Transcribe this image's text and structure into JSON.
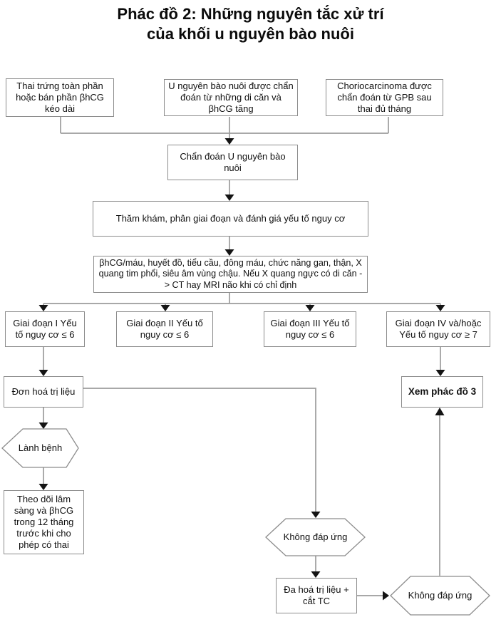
{
  "title": "Phác đồ 2: Những nguyên tắc xử trí\ncủa khối u nguyên bào nuôi",
  "nodes": {
    "src_molar": {
      "label": "Thai trứng toàn phần hoặc bán phần βhCG kéo dài"
    },
    "src_metastasis": {
      "label": "U nguyên bào nuôi được chẩn đoán từ những di căn và βhCG tăng"
    },
    "src_chorio": {
      "label": "Choriocarcinoma được chẩn đoán từ GPB sau thai đủ tháng"
    },
    "diagnosis": {
      "label": "Chẩn đoán U nguyên bào nuôi"
    },
    "staging": {
      "label": "Thăm khám, phân giai đoạn và đánh giá yếu tố nguy cơ"
    },
    "workup": {
      "label": "βhCG/máu, huyết đồ, tiểu cầu, đông máu, chức năng gan, thận, X quang tim phổi, siêu âm vùng chậu. Nếu X quang ngực có di căn -> CT hay MRI não khi có chỉ định"
    },
    "stage1": {
      "label": "Giai đoạn I Yếu tố nguy cơ ≤ 6"
    },
    "stage2": {
      "label": "Giai đoạn II Yếu tố nguy cơ ≤ 6"
    },
    "stage3": {
      "label": "Giai đoạn III Yếu tố nguy cơ ≤ 6"
    },
    "stage4": {
      "label": "Giai đoạn IV và/hoặc Yếu tố nguy cơ ≥ 7"
    },
    "mono_chemo": {
      "label": "Đơn hoá trị liệu"
    },
    "see_protocol3": {
      "label": "Xem phác đồ 3"
    },
    "cured": {
      "label": "Lành bệnh"
    },
    "followup": {
      "label": "Theo dõi lâm sàng và βhCG trong 12 tháng trước khi cho phép có thai"
    },
    "no_response_1": {
      "label": "Không đáp ứng"
    },
    "poly_chemo": {
      "label": "Đa hoá trị liệu + cắt TC"
    },
    "no_response_2": {
      "label": "Không đáp ứng"
    }
  },
  "colors": {
    "background": "#ffffff",
    "border": "#8c8c8c",
    "connector": "#9c9c9c",
    "arrow": "#141414",
    "text": "#111111"
  }
}
